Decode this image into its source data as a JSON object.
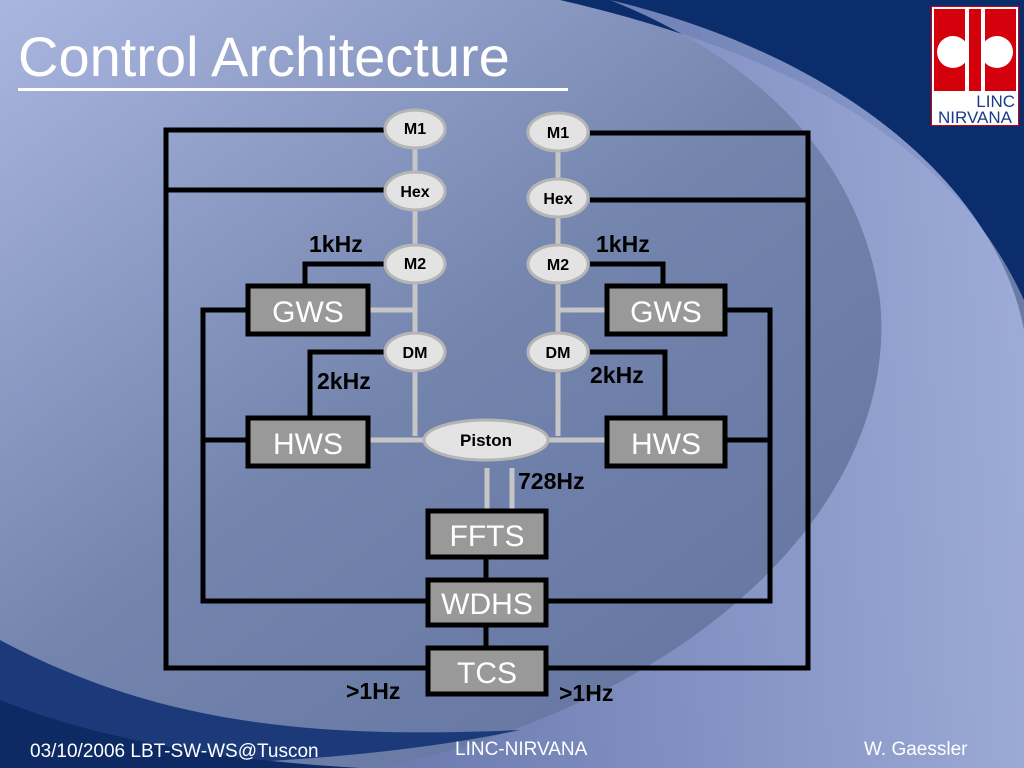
{
  "slide": {
    "title": "Control Architecture"
  },
  "logo": {
    "line1": "LINC",
    "line2": "NIRVANA"
  },
  "diagram": {
    "left_optics": [
      "M1",
      "Hex",
      "M2",
      "DM"
    ],
    "right_optics": [
      "M1",
      "Hex",
      "M2",
      "DM"
    ],
    "piston": "Piston",
    "left_gws": "GWS",
    "left_hws": "HWS",
    "right_gws": "GWS",
    "right_hws": "HWS",
    "ffts": "FFTS",
    "wdhs": "WDHS",
    "tcs": "TCS",
    "freq_left_1k": "1kHz",
    "freq_right_1k": "1kHz",
    "freq_left_2k": "2kHz",
    "freq_right_2k": "2kHz",
    "freq_728": "728Hz",
    "freq_left_1hz": ">1Hz",
    "freq_right_1hz": ">1Hz"
  },
  "footer": {
    "left": "03/10/2006 LBT-SW-WS@Tuscon",
    "center": "LINC-NIRVANA",
    "right": "W. Gaessler"
  },
  "colors": {
    "background_light": "#a7b3dc",
    "background_dark": "#0c2d6b",
    "box_fill": "#999999",
    "ellipse_fill": "#e3e3e3",
    "line": "#000000",
    "connector": "#c6c6c6",
    "logo_red": "#d4000c"
  }
}
